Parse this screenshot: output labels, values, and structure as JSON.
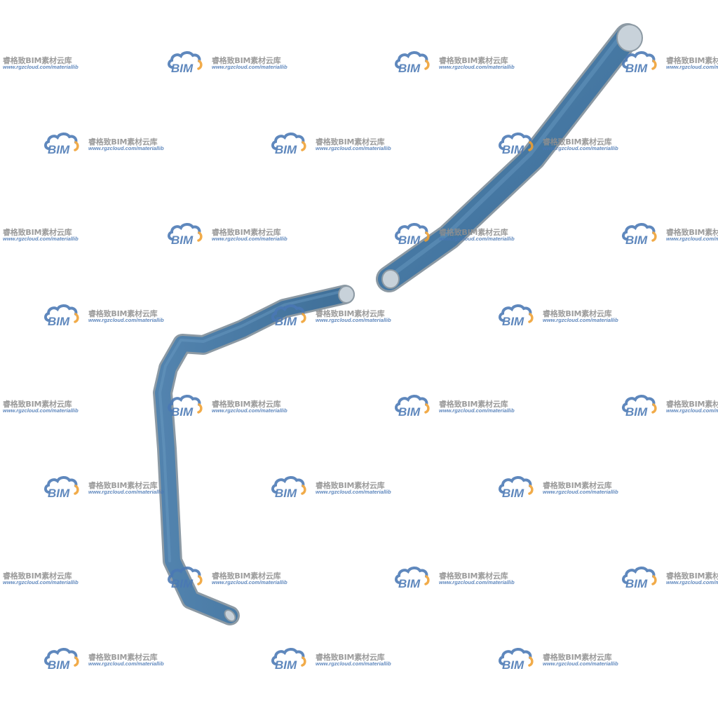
{
  "scene": {
    "description_label": "",
    "pipe_color": "#4a7fa8",
    "pipe_edge_color": "#8a9aa6",
    "pipe_cap_color": "#c9d3dc"
  },
  "watermark": {
    "logo_text": "BIM",
    "title": "睿格致BIM素材云库",
    "url": "www.rgzcloud.com/materiallib",
    "logo_cloud_color": "#4a78b5",
    "logo_accent_color": "#f0a030"
  }
}
